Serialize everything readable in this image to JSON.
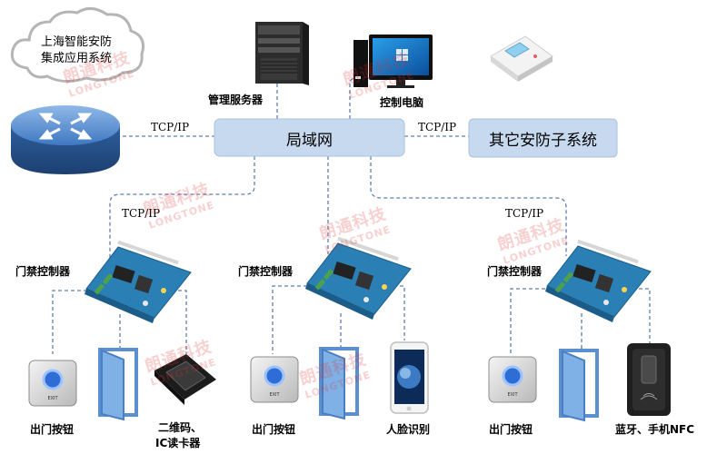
{
  "cloud": {
    "line1": "上海智能安防",
    "line2": "集成应用系统"
  },
  "lan_label": "局域网",
  "other_system_label": "其它安防子系统",
  "protocol": "TCP/IP",
  "top_devices": {
    "server_label": "管理服务器",
    "pc_label": "控制电脑"
  },
  "groups": [
    {
      "controller_label": "门禁控制器",
      "exit_button_label": "出门按钮",
      "reader_label_line1": "二维码、",
      "reader_label_line2": "IC读卡器"
    },
    {
      "controller_label": "门禁控制器",
      "exit_button_label": "出门按钮",
      "reader_label_line1": "人脸识别"
    },
    {
      "controller_label": "门禁控制器",
      "exit_button_label": "出门按钮",
      "reader_label_line1": "蓝牙、手机NFC"
    }
  ],
  "watermark": {
    "cn": "朗通科技",
    "en": "LONGTONE"
  },
  "colors": {
    "lan_box": "#c7d9ee",
    "dashed_line": "#5f7fae",
    "pcb": "#2a7fb5"
  }
}
